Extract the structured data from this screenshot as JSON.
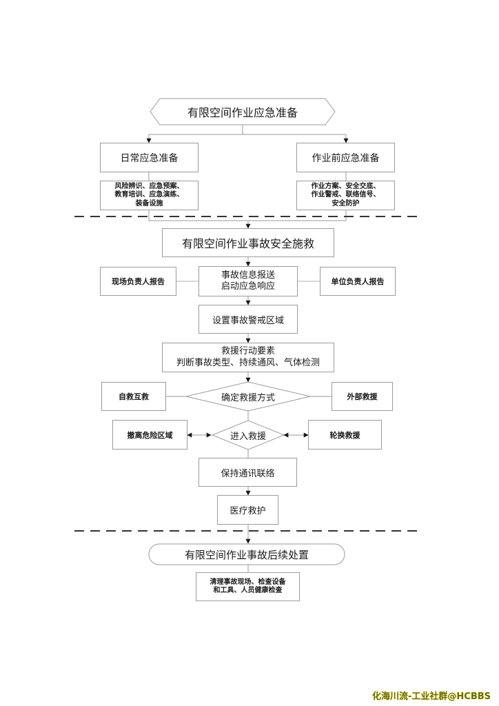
{
  "colors": {
    "line": "#9a9a9a",
    "arrow": "#1a1a1a",
    "dash": "#333333",
    "watermark": "#6b6b00"
  },
  "section1": {
    "title": "有限空间作业应急准备",
    "left": {
      "title": "日常应急准备",
      "details": [
        "风险辨识、应急预案、",
        "教育培训、应急演练、",
        "装备设施"
      ]
    },
    "right": {
      "title": "作业前应急准备",
      "details": [
        "作业方案、安全交底、",
        "作业警戒、联络信号、",
        "安全防护"
      ]
    }
  },
  "section2": {
    "title": "有限空间作业事故安全施救",
    "report": {
      "lines": [
        "事故信息报送",
        "启动应急响应"
      ],
      "left": "现场负责人报告",
      "right": "单位负责人报告"
    },
    "warning_zone": "设置事故警戒区域",
    "rescue_elements": {
      "lines": [
        "救援行动要素",
        "判断事故类型、持续通风、气体检测"
      ]
    },
    "decide": {
      "label": "确定救援方式",
      "left": "自救互救",
      "right": "外部救援"
    },
    "enter": {
      "label": "进入救援",
      "left": "撤离危险区域",
      "right": "轮换救援"
    },
    "communication": "保持通讯联络",
    "medical": "医疗救护"
  },
  "section3": {
    "title": "有限空间作业事故后续处置",
    "details": [
      "清理事故现场、检查设备",
      "和工具、人员健康检查"
    ]
  },
  "watermark": "化海川流-工业社群@HCBBS"
}
